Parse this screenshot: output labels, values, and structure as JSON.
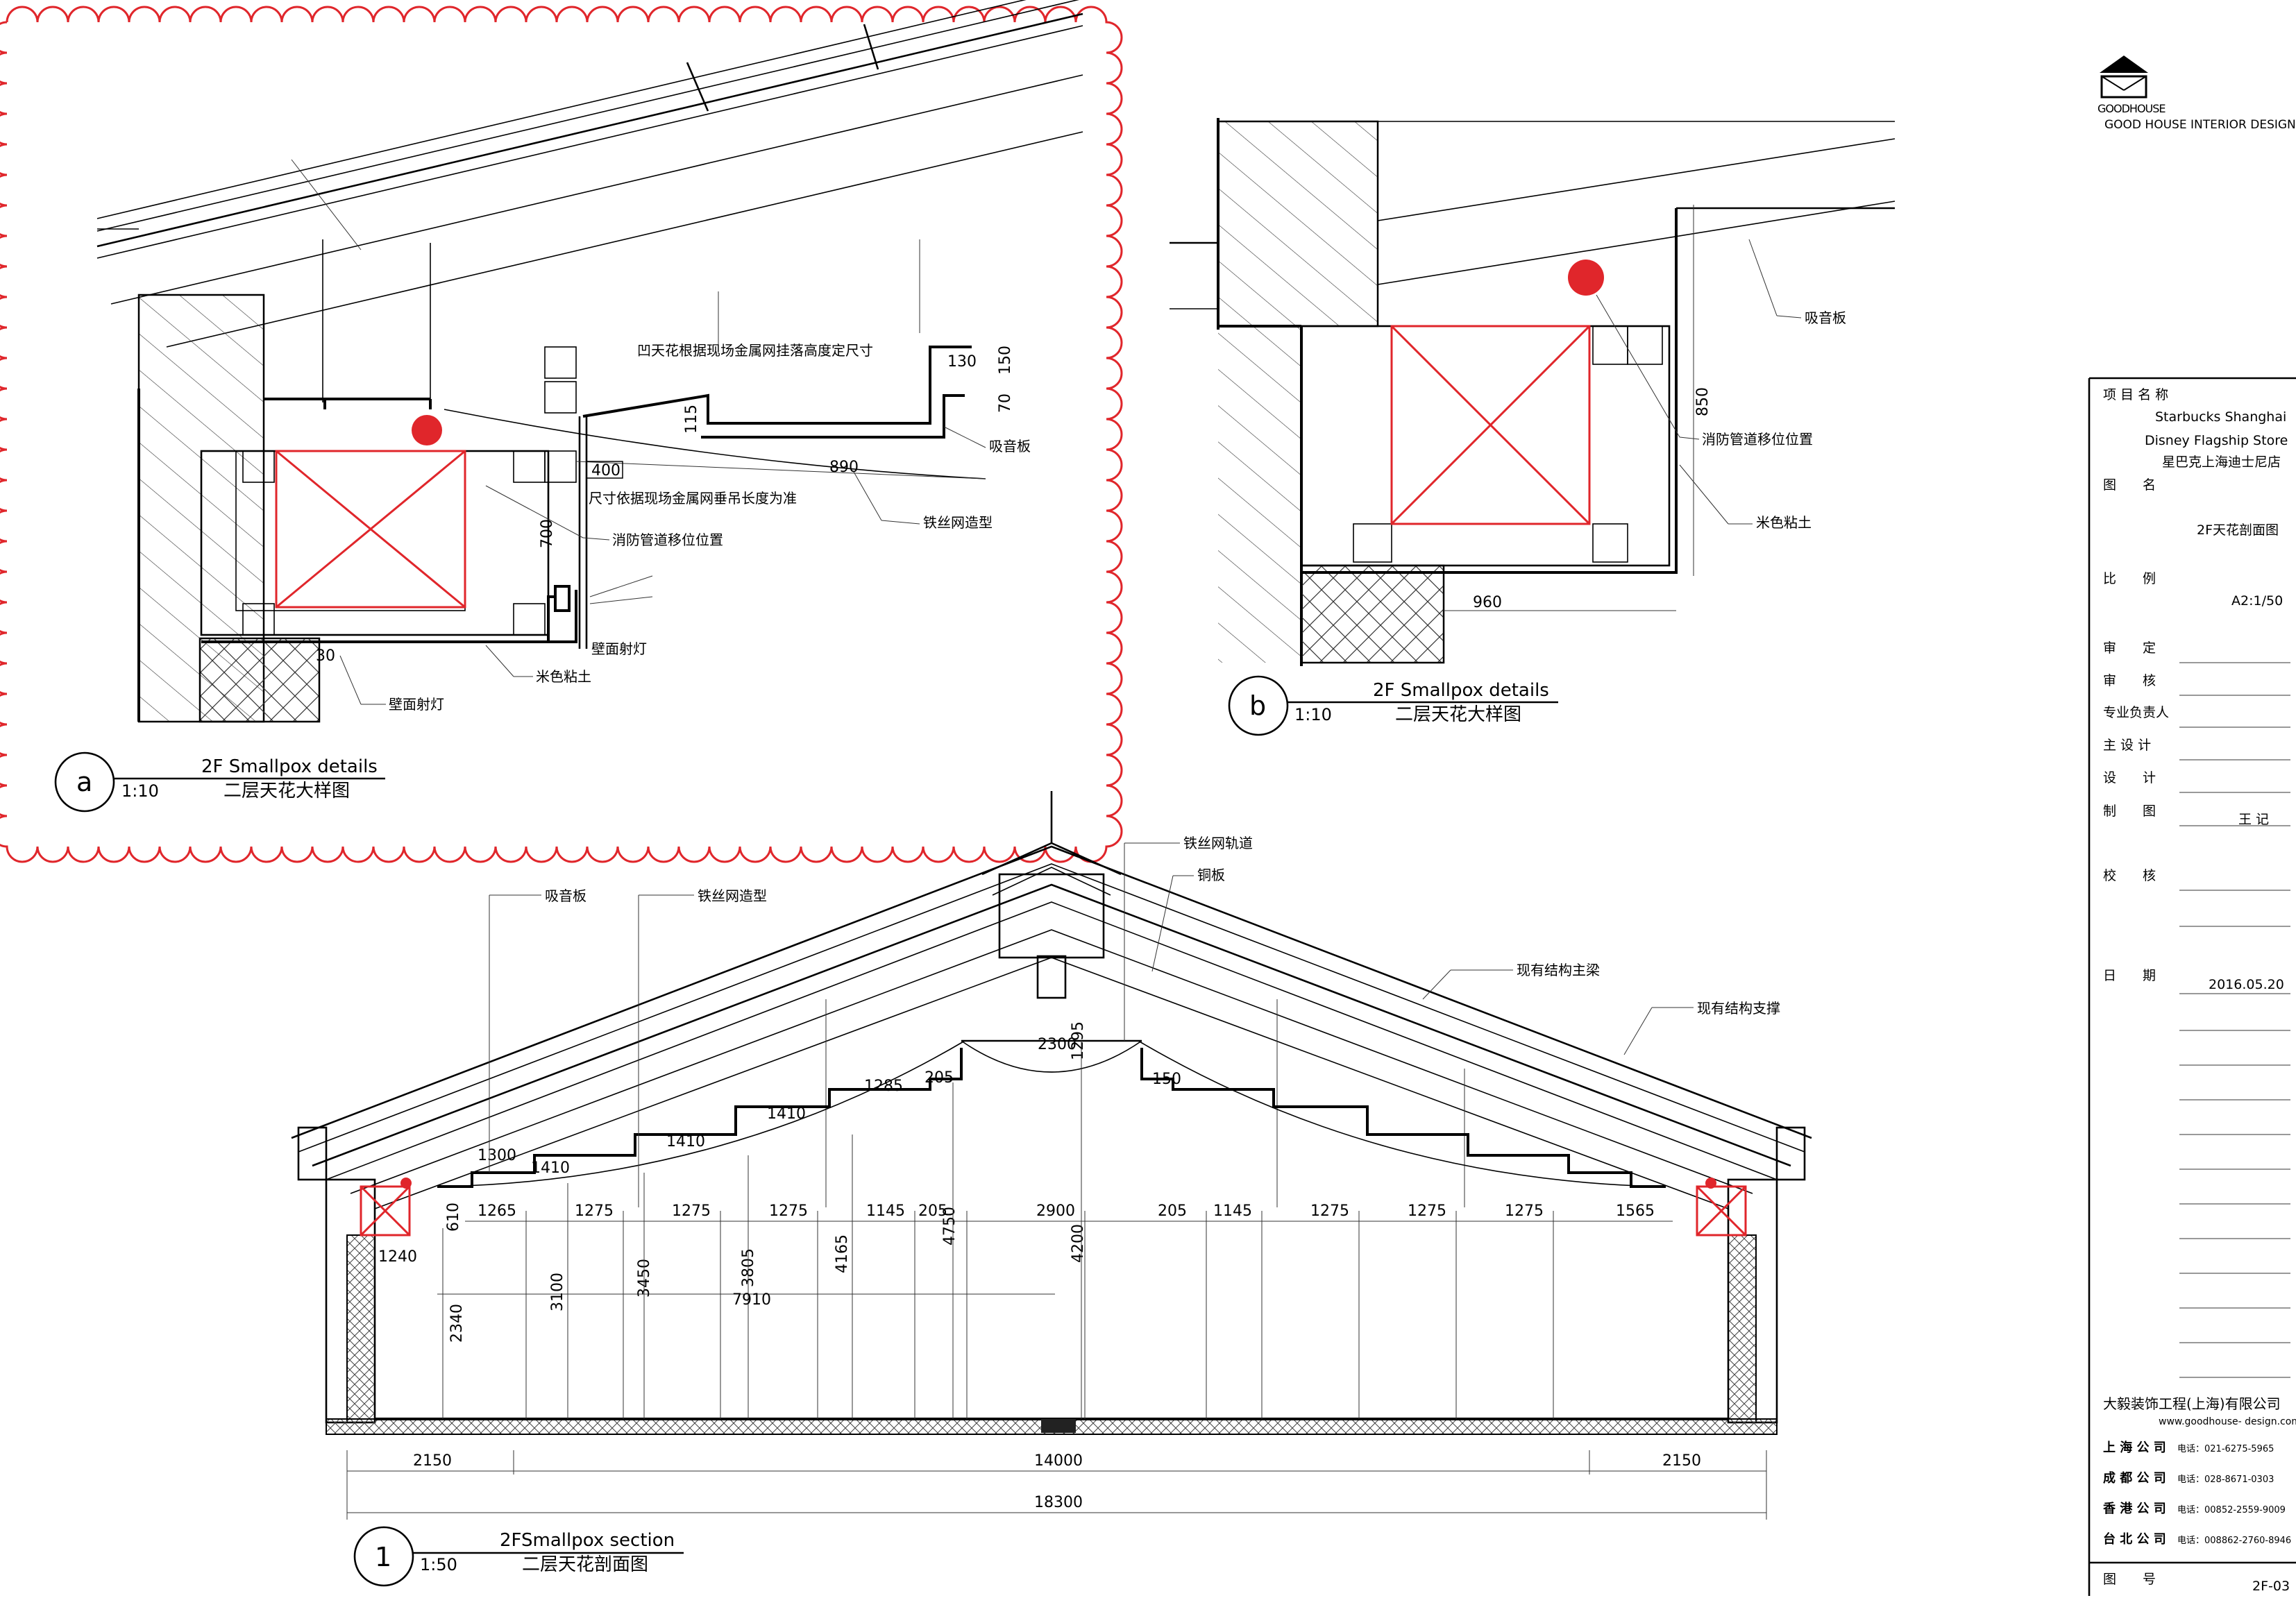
{
  "logo": {
    "brand_mark": "GOODHOUSE",
    "company": "GOOD HOUSE INTERIOR DESIGN"
  },
  "title_block": {
    "project_name_label": "项 目 名 称",
    "project_name_en1": "Starbucks Shanghai",
    "project_name_en2": "Disney Flagship Store",
    "project_name_cn": "星巴克上海迪士尼店",
    "drawing_name_label": "图　　名",
    "drawing_name": "2F天花剖面图",
    "scale_label": "比　　例",
    "scale": "A2:1/50",
    "rows": [
      {
        "label": "审　　定",
        "value": ""
      },
      {
        "label": "审　　核",
        "value": ""
      },
      {
        "label": "专业负责人",
        "value": ""
      },
      {
        "label": "主 设 计",
        "value": ""
      },
      {
        "label": "设　　计",
        "value": ""
      },
      {
        "label": "制　　图",
        "value": "王 记"
      },
      {
        "label": "校　　核",
        "value": ""
      }
    ],
    "date_label": "日　　期",
    "date": "2016.05.20",
    "company_cn": "大毅装饰工程(上海)有限公司",
    "website": "www.goodhouse- design.com",
    "offices": [
      {
        "name": "上 海 公 司",
        "phone": "电话：021-6275-5965"
      },
      {
        "name": "成 都 公 司",
        "phone": "电话：028-8671-0303"
      },
      {
        "name": "香 港 公 司",
        "phone": "电话：00852-2559-9009"
      },
      {
        "name": "台 北 公 司",
        "phone": "电话：008862-2760-8946"
      }
    ],
    "drawing_no_label": "图　　号",
    "drawing_no": "2F-03"
  },
  "detail_a": {
    "tag": "a",
    "title": "2F Smallpox details",
    "scale": "1:10",
    "title_cn": "二层天花大样图",
    "notes": {
      "concave_ceiling": "凹天花根据现场金属网挂落高度定尺寸",
      "size_by_mesh": "尺寸依据现场金属网垂吊长度为准",
      "acoustic_panel": "吸音板",
      "wire_mesh": "铁丝网造型",
      "fire_pipe": "消防管道移位位置",
      "wall_light_1": "壁面射灯",
      "wall_light_2": "壁面射灯",
      "beige_clay": "米色粘土"
    },
    "dims": {
      "d130": "130",
      "d150": "150",
      "d70": "70",
      "d115": "115",
      "d400": "400",
      "d890": "890",
      "d700": "700",
      "d30": "30"
    }
  },
  "detail_b": {
    "tag": "b",
    "title": "2F Smallpox details",
    "scale": "1:10",
    "title_cn": "二层天花大样图",
    "notes": {
      "acoustic_panel": "吸音板",
      "fire_pipe": "消防管道移位位置",
      "beige_clay": "米色粘土"
    },
    "dims": {
      "d850": "850",
      "d960": "960"
    }
  },
  "section_1": {
    "tag": "1",
    "title": "2FSmallpox section",
    "scale": "1:50",
    "title_cn": "二层天花剖面图",
    "notes": {
      "acoustic_panel": "吸音板",
      "wire_mesh": "铁丝网造型",
      "mesh_track": "铁丝网轨道",
      "copper_plate": "铜板",
      "main_beam": "现有结构主梁",
      "support": "现有结构支撑"
    },
    "top_dims": [
      "1300",
      "1410",
      "1410",
      "1410",
      "1285",
      "205",
      "2300",
      "1295",
      "150"
    ],
    "row_dims": [
      "1265",
      "1275",
      "1275",
      "1275",
      "1145",
      "205",
      "2900",
      "205",
      "1145",
      "1275",
      "1275",
      "1275",
      "1565"
    ],
    "vertical_dims": [
      "610",
      "2340",
      "3100",
      "3450",
      "3805",
      "4165",
      "4750",
      "4200"
    ],
    "mid_dims": {
      "d1240": "1240",
      "d7910": "7910"
    },
    "bottom_dims": {
      "left": "2150",
      "center": "14000",
      "right": "2150",
      "total": "18300"
    }
  },
  "colors": {
    "accent_red": "#e0262b",
    "line": "#000000"
  }
}
